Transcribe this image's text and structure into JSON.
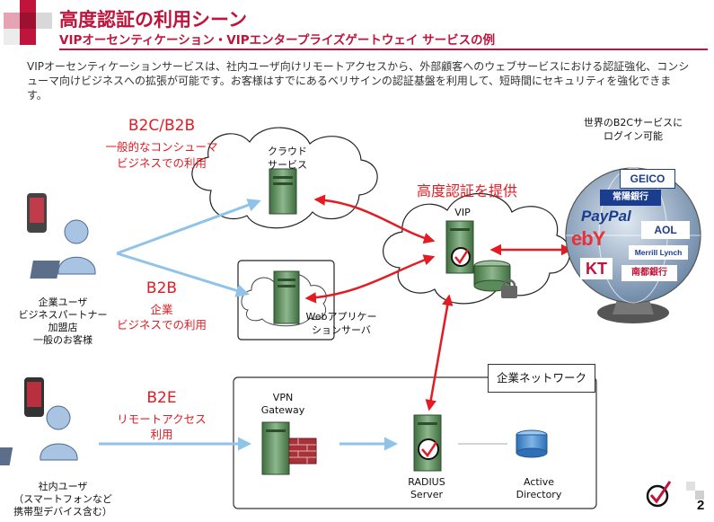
{
  "header": {
    "title": "高度認証の利用シーン",
    "subtitle": "VIPオーセンティケーション・VIPエンタープライズゲートウェイ サービスの例"
  },
  "intro": "VIPオーセンティケーションサービスは、社内ユーザ向けリモートアクセスから、外部顧客へのウェブサービスにおける認証強化、コンシューマ向けビジネスへの拡張が可能です。お客様はすでにあるベリサインの認証基盤を利用して、短時間にセキュリティを強化できます。",
  "labels": {
    "b2c_title": "B2C/B2B",
    "b2c_desc_1": "一般的なコンシューマ",
    "b2c_desc_2": "ビジネスでの利用",
    "b2b_title": "B2B",
    "b2b_desc_1": "企業",
    "b2b_desc_2": "ビジネスでの利用",
    "b2e_title": "B2E",
    "b2e_desc_1": "リモートアクセス",
    "b2e_desc_2": "利用",
    "strong_auth": "高度認証を提供",
    "cloud_1": "クラウド",
    "cloud_2": "サービス",
    "vip": "VIP",
    "web_1": "Webアプリケー",
    "web_2": "ションサーバ",
    "world_1": "世界のB2Cサービスに",
    "world_2": "ログイン可能",
    "enterprise_users_1": "企業ユーザ",
    "enterprise_users_2": "ビジネスパートナー",
    "enterprise_users_3": "加盟店",
    "enterprise_users_4": "一般のお客様",
    "internal_users_1": "社内ユーザ",
    "internal_users_2": "（スマートフォンなど",
    "internal_users_3": "携帯型デバイス含む）",
    "corp_network": "企業ネットワーク",
    "vpn_1": "VPN",
    "vpn_2": "Gateway",
    "radius_1": "RADIUS",
    "radius_2": "Server",
    "ad_1": "Active",
    "ad_2": "Directory"
  },
  "logos": {
    "geico": "GEICO",
    "joyo": "常陽銀行",
    "paypal": "PayPal",
    "ebay": "ebY",
    "aol": "AOL",
    "merrill": "Merrill Lynch",
    "kt": "KT",
    "nanto": "南都銀行"
  },
  "page_number": "2",
  "colors": {
    "brand_red": "#c0143c",
    "label_red": "#e31b23",
    "arrow_blue": "#8fc3ea",
    "server_green": "#5b8a5b"
  }
}
